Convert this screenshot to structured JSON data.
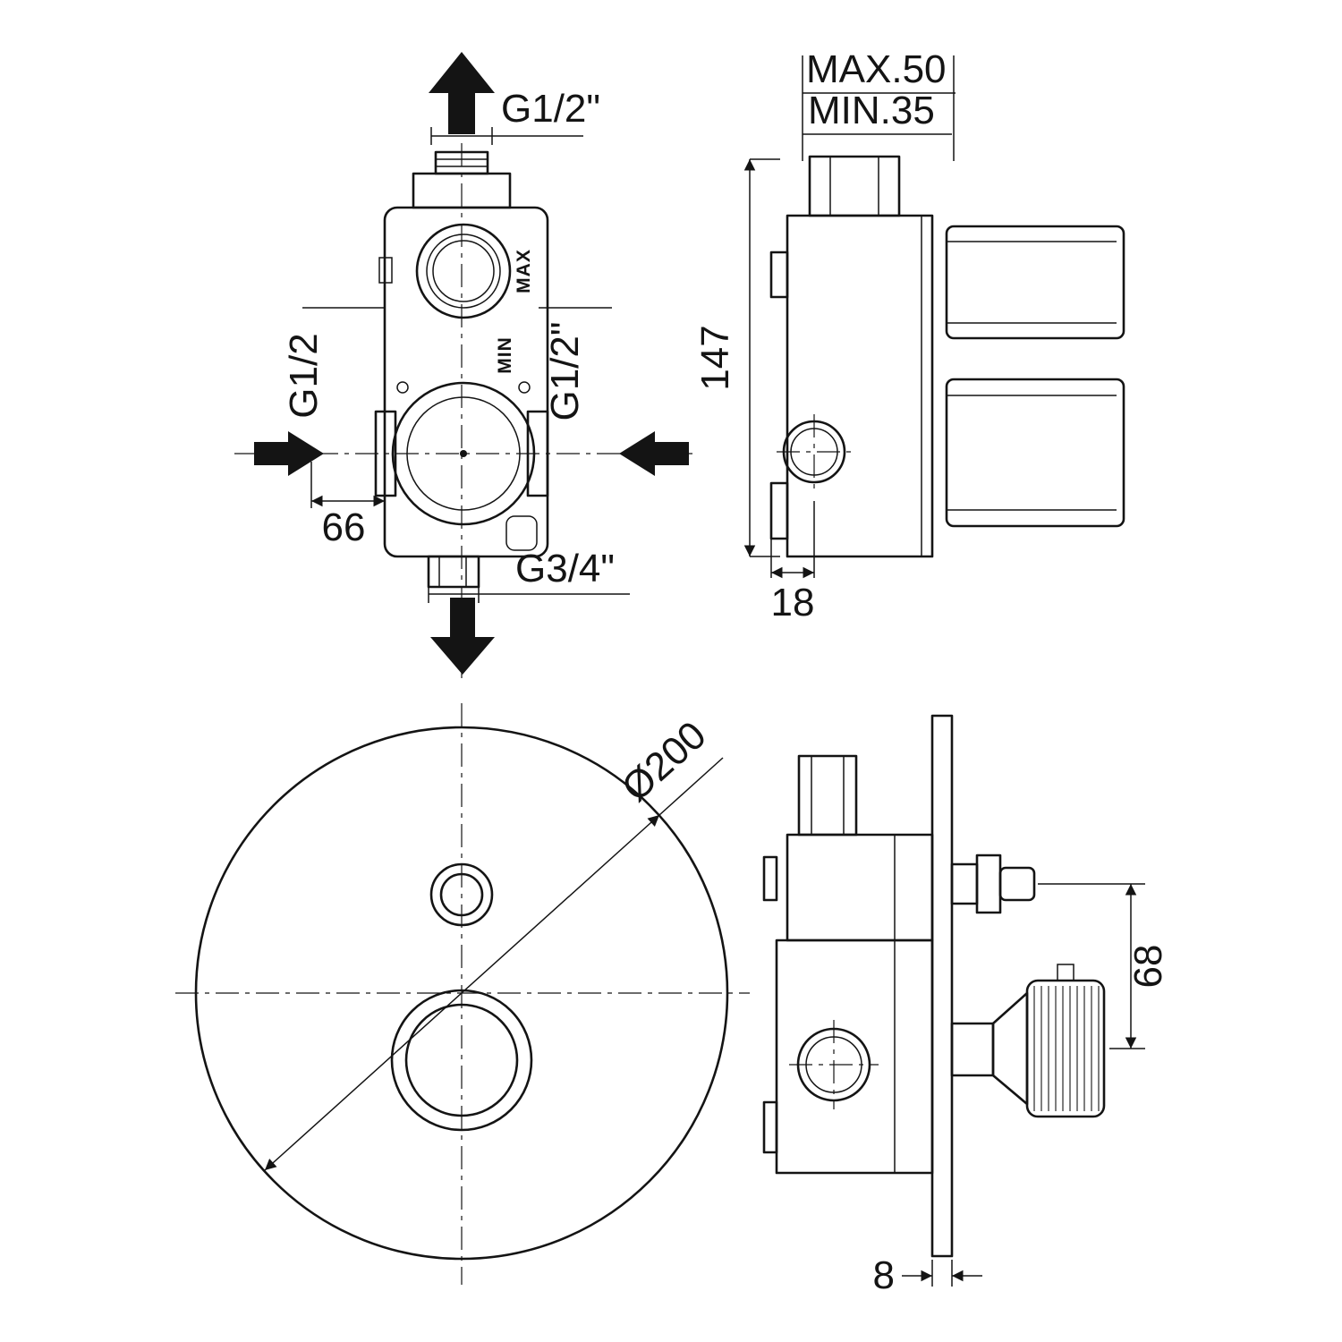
{
  "drawing": {
    "type": "technical-drawing",
    "subject": "Concealed shower mixer valve with round plate - dimensioned views",
    "line_color": "#141414",
    "background_color": "#ffffff"
  },
  "labels": {
    "view_body_front": {
      "top_port": "G1/2\"",
      "left_port": "G1/2",
      "right_port": "G1/2\"",
      "bottom_port": "G3/4\"",
      "width_dim": "66",
      "max_marking": "MAX",
      "min_marking": "MIN"
    },
    "view_body_side": {
      "depth_max": "MAX.50",
      "depth_min": "MIN.35",
      "height_dim": "147",
      "offset_dim": "18"
    },
    "view_plate_front": {
      "plate_diameter": "Ø200"
    },
    "view_plate_side": {
      "handle_spacing_dim": "68",
      "plate_thickness_dim": "8"
    }
  }
}
